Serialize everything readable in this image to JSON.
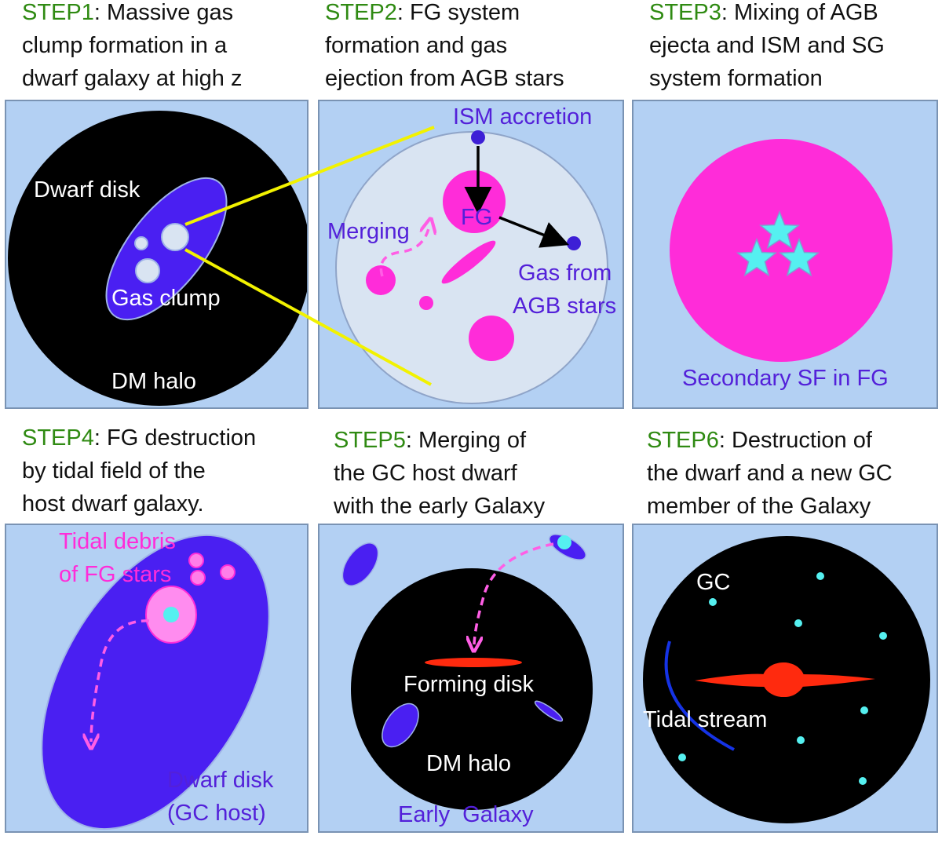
{
  "colors": {
    "panel_bg": "#b3d0f3",
    "black_halo": "#000000",
    "dwarf_disk": "#4a1ff2",
    "gas_clump": "#d9e4f2",
    "magenta": "#ff2cd9",
    "accretion_blue": "#3d1fd6",
    "cyan": "#55f0f0",
    "red": "#ff2a0e",
    "yellow_line": "#f2f200",
    "step_green": "#2f8a12",
    "label_purple": "#5320d9"
  },
  "steps": [
    {
      "id": "STEP1",
      "caption_lines": [
        ": Massive  gas",
        "clump formation in a",
        "dwarf  galaxy at high z"
      ],
      "labels": {
        "disk": "Dwarf disk",
        "clump": "Gas clump",
        "halo": "DM halo"
      }
    },
    {
      "id": "STEP2",
      "caption_lines": [
        ":  FG system",
        "formation and gas",
        "ejection from AGB stars"
      ],
      "labels": {
        "accretion": "ISM accretion",
        "fg": "FG",
        "merging": "Merging",
        "agb_1": "Gas from",
        "agb_2": "AGB stars"
      }
    },
    {
      "id": "STEP3",
      "caption_lines": [
        ":  Mixing of AGB",
        "ejecta and ISM and SG",
        "system formation"
      ],
      "labels": {
        "sf": "Secondary SF in FG"
      }
    },
    {
      "id": "STEP4",
      "caption_lines": [
        ":  FG destruction",
        "by tidal field of the",
        "host dwarf galaxy."
      ],
      "labels": {
        "debris_1": "Tidal debris",
        "debris_2": "of FG stars",
        "disk_1": "Dwarf disk",
        "disk_2": "(GC host)"
      }
    },
    {
      "id": "STEP5",
      "caption_lines": [
        ":  Merging of",
        "the GC host dwarf",
        "with the early Galaxy"
      ],
      "labels": {
        "forming": "Forming disk",
        "halo": "DM halo",
        "galaxy": "Early  Galaxy"
      }
    },
    {
      "id": "STEP6",
      "caption_lines": [
        ": Destruction of",
        "the dwarf and a new GC",
        "member of the Galaxy"
      ],
      "labels": {
        "gc": "GC",
        "stream": "Tidal stream"
      }
    }
  ]
}
